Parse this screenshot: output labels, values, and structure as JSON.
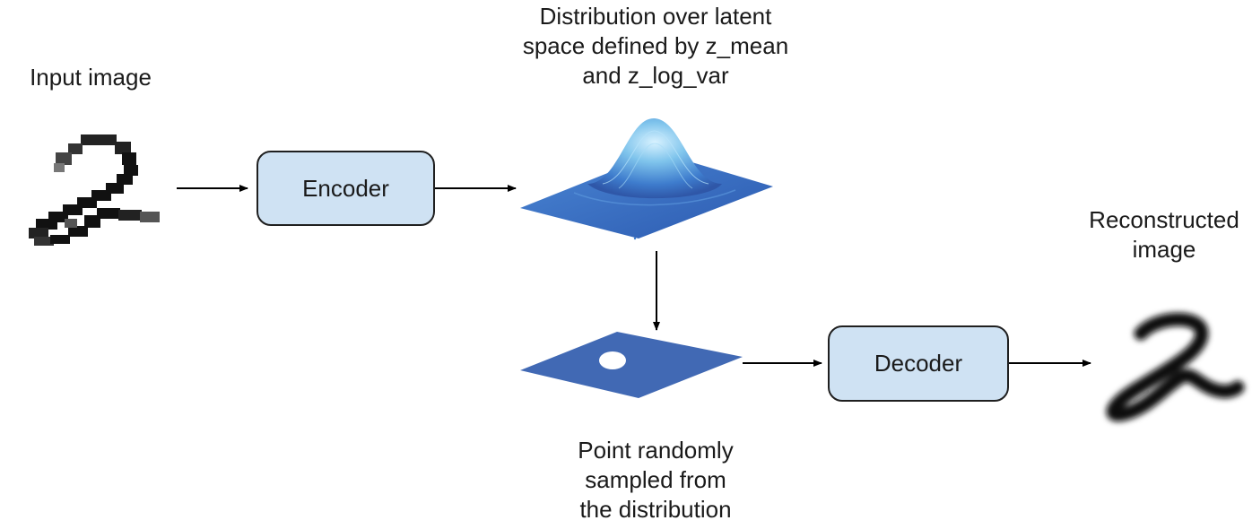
{
  "labels": {
    "input_image": "Input image",
    "distribution": [
      "Distribution over latent",
      "space defined by z_mean",
      "and z_log_var"
    ],
    "point_sampled": [
      "Point randomly",
      "sampled from",
      "the distribution"
    ],
    "reconstructed": [
      "Reconstructed",
      "image"
    ]
  },
  "blocks": {
    "encoder": "Encoder",
    "decoder": "Decoder"
  },
  "colors": {
    "block_fill": "#cfe2f3",
    "block_border": "#1f1f1f",
    "surface": "#3d6fc0",
    "sample_plane": "#4169b4",
    "arrow": "#000000"
  }
}
